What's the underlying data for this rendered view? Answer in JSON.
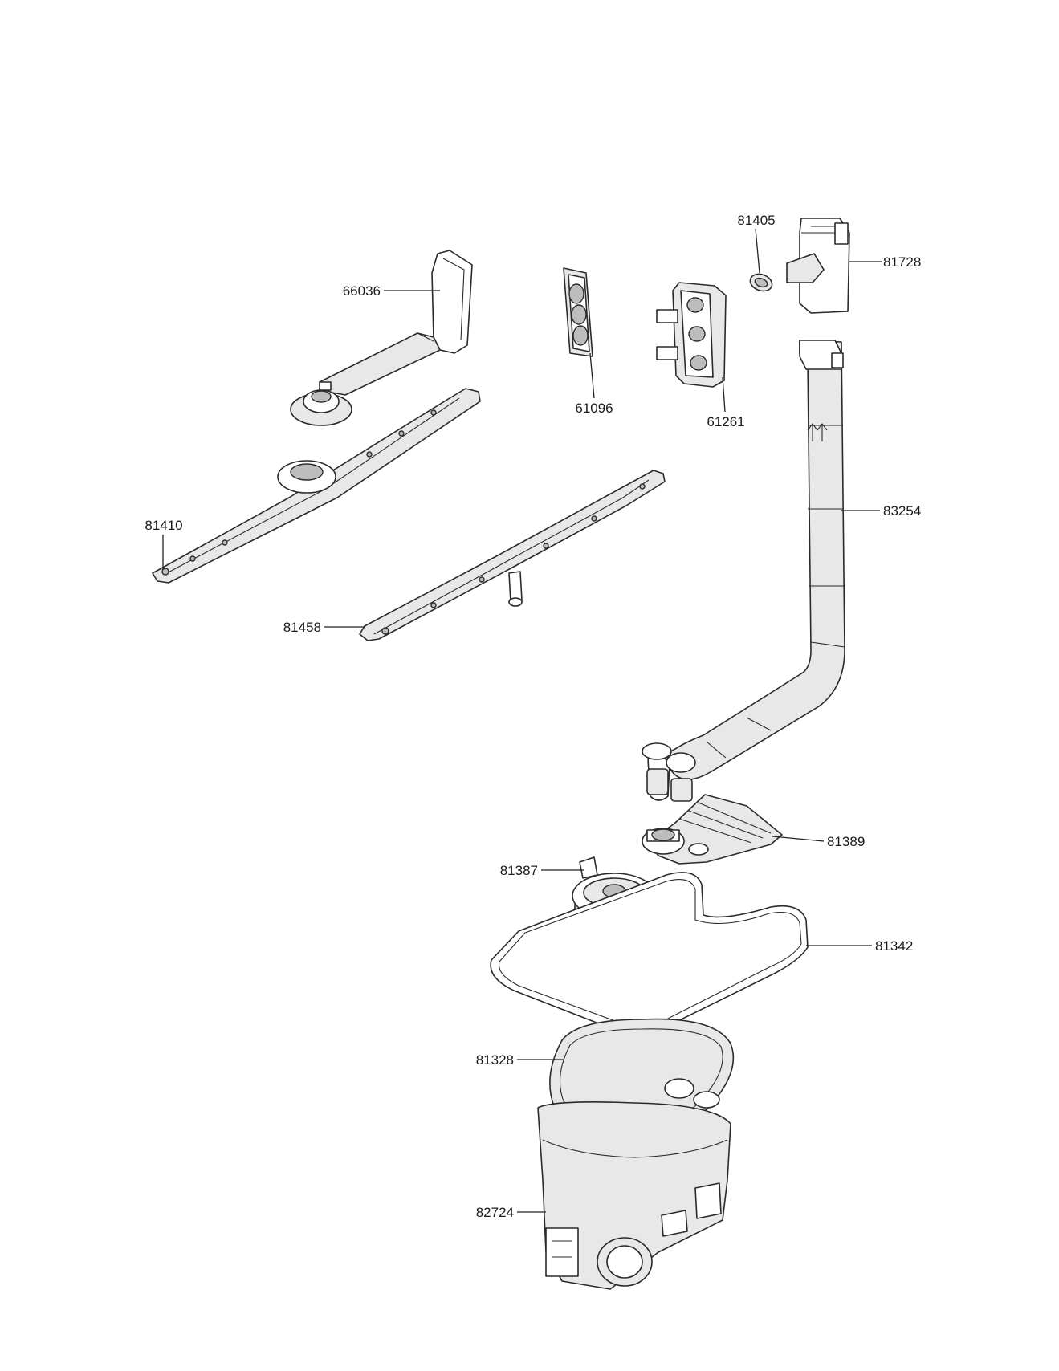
{
  "callouts": [
    {
      "id": "81405",
      "text": "81405"
    },
    {
      "id": "81728",
      "text": "81728"
    },
    {
      "id": "66036",
      "text": "66036"
    },
    {
      "id": "61096",
      "text": "61096"
    },
    {
      "id": "61261",
      "text": "61261"
    },
    {
      "id": "81410",
      "text": "81410"
    },
    {
      "id": "83254",
      "text": "83254"
    },
    {
      "id": "81458",
      "text": "81458"
    },
    {
      "id": "81389",
      "text": "81389"
    },
    {
      "id": "81387",
      "text": "81387"
    },
    {
      "id": "81342",
      "text": "81342"
    },
    {
      "id": "81328",
      "text": "81328"
    },
    {
      "id": "82724",
      "text": "82724"
    }
  ],
  "icons": [
    "up-arrows-icon"
  ]
}
